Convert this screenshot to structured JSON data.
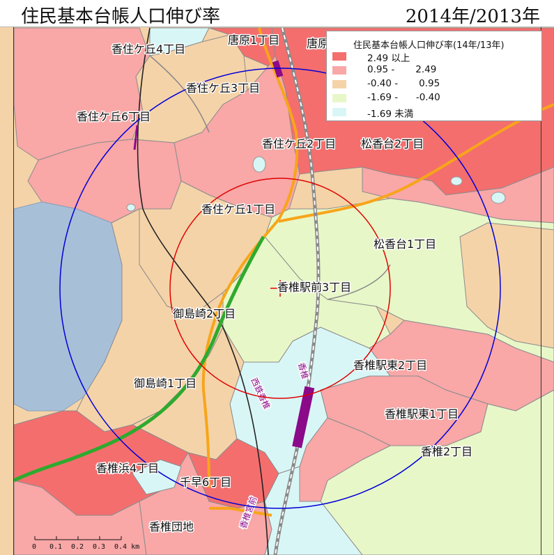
{
  "header": {
    "title": "住民基本台帳人口伸び率",
    "period": "2014年/2013年"
  },
  "legend": {
    "title": "住民基本台帳人口伸び率(14年/13年)",
    "classes": [
      {
        "range": "2.49 以上",
        "color": "#f46e6e"
      },
      {
        "range": "0.95 -       2.49",
        "color": "#f9a7a7"
      },
      {
        "range": "-0.40 -       0.95",
        "color": "#f5d3a8"
      },
      {
        "range": "-1.69 -      -0.40",
        "color": "#e8f7c8"
      },
      {
        "range": "-1.69 未満",
        "color": "#d9f6f6"
      }
    ]
  },
  "places": [
    "香住ケ丘4丁目",
    "唐原1丁目",
    "唐原",
    "香住ケ丘3丁目",
    "香住ケ丘6丁目",
    "香住ケ丘2丁目",
    "松香台2丁目",
    "香住ケ丘1丁目",
    "松香台1丁目",
    "香椎駅前3丁目",
    "御島崎2丁目",
    "香椎駅東2丁目",
    "御島崎1丁目",
    "香椎駅東1丁目",
    "香椎2丁目",
    "香椎浜4丁目",
    "千早6丁目",
    "香椎団地"
  ],
  "stations": [
    "西鉄香椎",
    "香椎",
    "香椎宮前"
  ],
  "scale_bar": {
    "ticks": [
      "0",
      "0.1",
      "0.2",
      "0.3",
      "0.4 km"
    ]
  },
  "colors": {
    "inner_circle": "#e00000",
    "outer_circle": "#0000d8",
    "railway": "#8a8a8a",
    "railway_green": "#2eaa2e",
    "road_orange": "#f7a51a",
    "water": "#a8bfd8",
    "station": "#8a0a8a"
  }
}
